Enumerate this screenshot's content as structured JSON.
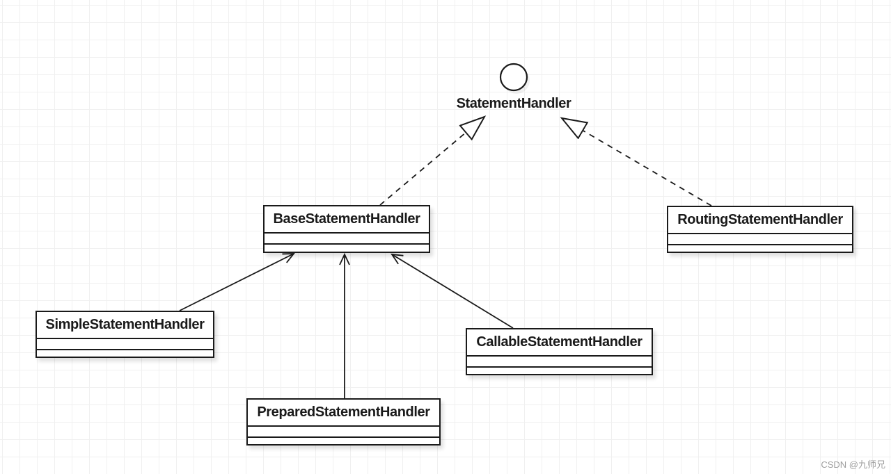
{
  "diagram": {
    "type": "uml-class-diagram",
    "interface": {
      "name": "StatementHandler",
      "notation": "lollipop-circle"
    },
    "classes": [
      {
        "name": "BaseStatementHandler",
        "compartments": [
          "",
          ""
        ]
      },
      {
        "name": "RoutingStatementHandler",
        "compartments": [
          "",
          ""
        ]
      },
      {
        "name": "SimpleStatementHandler",
        "compartments": [
          "",
          ""
        ]
      },
      {
        "name": "PreparedStatementHandler",
        "compartments": [
          "",
          ""
        ]
      },
      {
        "name": "CallableStatementHandler",
        "compartments": [
          "",
          ""
        ]
      }
    ],
    "relations": [
      {
        "from": "BaseStatementHandler",
        "to": "StatementHandler",
        "type": "realization",
        "line": "dashed",
        "arrowhead": "hollow-triangle"
      },
      {
        "from": "RoutingStatementHandler",
        "to": "StatementHandler",
        "type": "realization",
        "line": "dashed",
        "arrowhead": "hollow-triangle"
      },
      {
        "from": "SimpleStatementHandler",
        "to": "BaseStatementHandler",
        "type": "generalization",
        "line": "solid",
        "arrowhead": "open"
      },
      {
        "from": "PreparedStatementHandler",
        "to": "BaseStatementHandler",
        "type": "generalization",
        "line": "solid",
        "arrowhead": "open"
      },
      {
        "from": "CallableStatementHandler",
        "to": "BaseStatementHandler",
        "type": "generalization",
        "line": "solid",
        "arrowhead": "open"
      }
    ]
  },
  "watermark": {
    "text": "CSDN @九师兄",
    "color": "#9e9e9e"
  },
  "colors": {
    "stroke": "#1a1a1a",
    "box_fill": "#ffffff",
    "grid_line": "#f0f0f0",
    "canvas_bg": "#ffffff",
    "shadow": "rgba(0,0,0,0.12)"
  }
}
